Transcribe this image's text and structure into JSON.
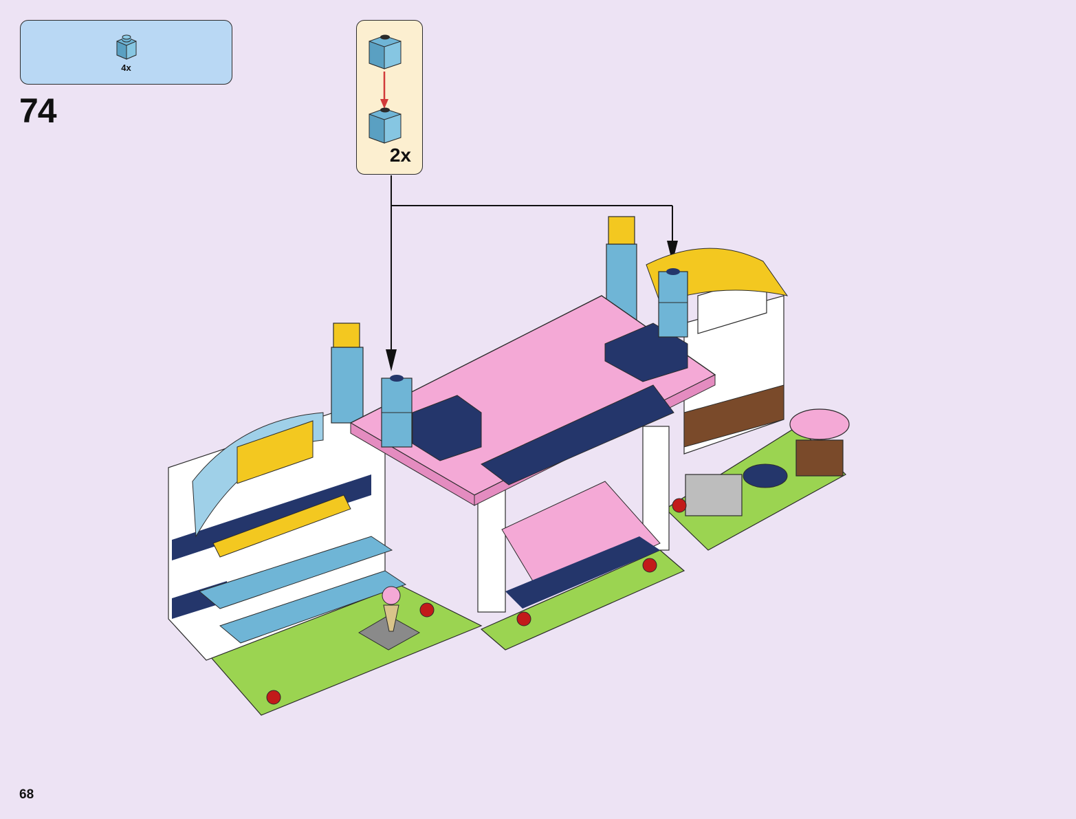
{
  "step": {
    "number": "74"
  },
  "parts_list": {
    "quantity": "4x",
    "part_color": "#6fb5d6",
    "part_icon": "brick-1x1-icon"
  },
  "sub_assembly": {
    "quantity": "2x",
    "arrow_color": "#d13a3a"
  },
  "page": {
    "number": "68"
  },
  "colors": {
    "background": "#ede3f4",
    "parts_box": "#b9d8f4",
    "sub_box": "#fcefd0",
    "pink_plate": "#f4a9d6",
    "navy": "#24366b",
    "lime": "#9bd451",
    "yellow": "#f3c820",
    "medium_azure": "#6fb5d6",
    "white": "#ffffff"
  }
}
